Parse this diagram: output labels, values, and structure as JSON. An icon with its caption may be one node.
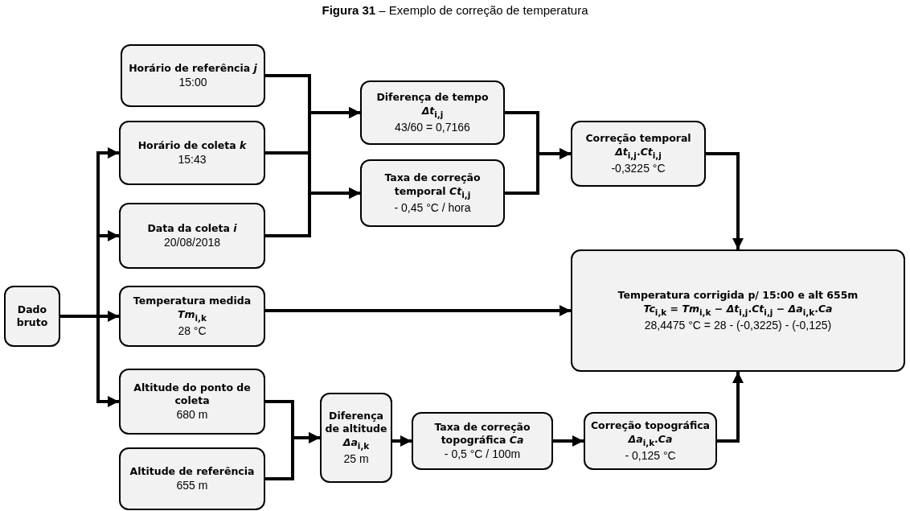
{
  "diagram": {
    "title": "**Figura 31** – Exemplo de correção de temperatura",
    "nodes": [
      {
        "text": [
          "Horário de referência *j*",
          "15:00"
        ]
      },
      {
        "text": [
          "Horário de coleta *k*",
          "15:43"
        ]
      },
      {
        "text": [
          "Data da coleta *i*",
          "20/08/2018"
        ]
      },
      {
        "text": [
          "Dado bruto"
        ]
      },
      {
        "text": [
          "Temperatura medida *Tm*$_{i,k}$",
          "28 °C"
        ]
      },
      {
        "text": [
          "Altitude do ponto de coleta",
          "680 m"
        ]
      },
      {
        "text": [
          "Altitude de referência",
          "655 m"
        ]
      },
      {
        "text": [
          "Diferença de tempo *Δt*$_{i,j}$",
          "43/60 = 0,7166"
        ]
      },
      {
        "text": [
          "Taxa de correção temporal *Ct*$_{i,j}$",
          "- 0,45 °C / hora"
        ]
      },
      {
        "text": [
          "Correção temporal *Δt*$_{i,j}$.*Ct*$_{i,j}$",
          "-0,3225 °C"
        ]
      },
      {
        "text": [
          "Temperatura corrigida p/ 15:00 e alt 655m",
          "*Tc*$_{i,k}$ = *Tm*$_{i,k}$ − *Δt*$_{i,j}$.*Ct*$_{i,j}$ − *Δa*$_{i,k}$.*Ca*",
          "28,4475 °C = 28 - (-0,3225) - (-0,125)"
        ]
      },
      {
        "text": [
          "Diferença de altitude *Δa*$_{i,k}$",
          "25 m"
        ]
      },
      {
        "text": [
          "Taxa de correção topográfica *Ca*",
          "- 0,5 °C / 100m"
        ]
      },
      {
        "text": [
          "Correção topográfica *Δa*$_{i,k}$.*Ca*",
          "- 0,125 °C"
        ]
      }
    ],
    "edges": [
      {
        "from": 3,
        "to": 1,
        "arrow": "to"
      },
      {
        "from": 3,
        "to": 2,
        "arrow": "to"
      },
      {
        "from": 3,
        "to": 4,
        "arrow": "to"
      },
      {
        "from": 3,
        "to": 5,
        "arrow": "to"
      },
      {
        "from": 0,
        "to": 7,
        "arrow": "to"
      },
      {
        "from": 0,
        "to": 8,
        "arrow": "to"
      },
      {
        "from": 1,
        "to": 7,
        "arrow": "to"
      },
      {
        "from": 1,
        "to": 8,
        "arrow": "to"
      },
      {
        "from": 2,
        "to": 7,
        "arrow": "to"
      },
      {
        "from": 2,
        "to": 8,
        "arrow": "to"
      },
      {
        "from": 7,
        "to": 9,
        "arrow": "to"
      },
      {
        "from": 8,
        "to": 9,
        "arrow": "to"
      },
      {
        "from": 9,
        "to": 10,
        "arrow": "to"
      },
      {
        "from": 4,
        "to": 10,
        "arrow": "to"
      },
      {
        "from": 5,
        "to": 11,
        "arrow": "to"
      },
      {
        "from": 6,
        "to": 11,
        "arrow": "to"
      },
      {
        "from": 11,
        "to": 12,
        "arrow": "to"
      },
      {
        "from": 12,
        "to": 13,
        "arrow": "to"
      },
      {
        "from": 13,
        "to": 10,
        "arrow": "to"
      }
    ]
  }
}
